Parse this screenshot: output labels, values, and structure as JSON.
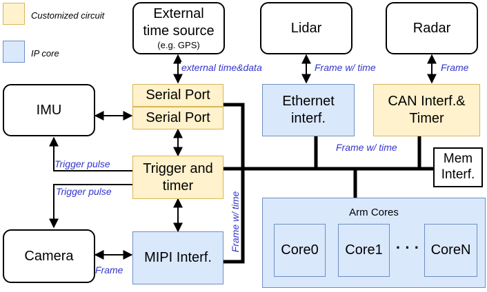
{
  "legend": {
    "customized_label": "Customized circuit",
    "ip_label": "IP core"
  },
  "external_time": {
    "line1": "External",
    "line2": "time source",
    "line3": "(e.g. GPS)"
  },
  "lidar": "Lidar",
  "radar": "Radar",
  "imu": "IMU",
  "camera": "Camera",
  "serial_port_1": "Serial Port",
  "serial_port_2": "Serial Port",
  "trigger": {
    "line1": "Trigger and",
    "line2": "timer"
  },
  "mipi": "MIPI Interf.",
  "ethernet": {
    "line1": "Ethernet",
    "line2": "interf."
  },
  "can": {
    "line1": "CAN Interf.&",
    "line2": "Timer"
  },
  "mem": {
    "line1": "Mem",
    "line2": "Interf."
  },
  "arm": {
    "title": "Arm Cores",
    "cores": [
      "Core0",
      "Core1",
      "CoreN"
    ],
    "ellipsis": "· · ·"
  },
  "edge_labels": {
    "external": "external time&data",
    "lidar_frame": "Frame w/ time",
    "radar_frame": "Frame",
    "can_frame": "Frame w/ time",
    "trigger_pulse_imu": "Trigger pulse",
    "trigger_pulse_cam": "Trigger pulse",
    "camera_frame": "Frame",
    "mipi_frame": "Frame w/ time"
  },
  "colors": {
    "custom_fill": "#fff2cc",
    "custom_border": "#d6b656",
    "ip_fill": "#dae8fc",
    "ip_border": "#6c8ebf",
    "label_text": "#3333cc"
  }
}
